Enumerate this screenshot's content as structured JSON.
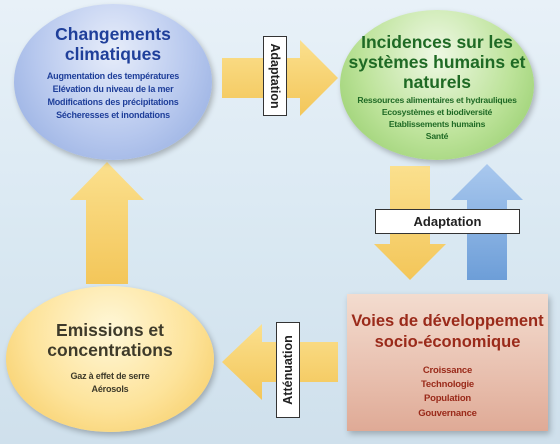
{
  "diagram": {
    "nodes": {
      "climate": {
        "title": [
          "Changements",
          "climatiques"
        ],
        "items": [
          "Augmentation des températures",
          "Elévation du niveau de la mer",
          "Modifications des précipitations",
          "Sécheresses et inondations"
        ]
      },
      "impacts": {
        "title": [
          "Incidences sur les",
          "systèmes humains et",
          "naturels"
        ],
        "items": [
          "Ressources alimentaires et hydrauliques",
          "Ecosystèmes et biodiversité",
          "Etablissements humains",
          "Santé"
        ]
      },
      "development": {
        "title": [
          "Voies de développement",
          "socio-économique"
        ],
        "items": [
          "Croissance",
          "Technologie",
          "Population",
          "Gouvernance"
        ]
      },
      "emissions": {
        "title": [
          "Emissions et",
          "concentrations"
        ],
        "items": [
          "Gaz à effet de serre",
          "Aérosols"
        ]
      }
    },
    "edge_labels": {
      "top": "Adaptation",
      "right": "Adaptation",
      "bottom": "Atténuation"
    },
    "colors": {
      "yellow_arrow": "#f9d572",
      "blue_arrow": "#8bb4e3",
      "climate_text": "#1f3f9a",
      "impacts_text": "#1f6a25",
      "emissions_text": "#3e3a2a",
      "development_text": "#9a2a1a"
    }
  }
}
